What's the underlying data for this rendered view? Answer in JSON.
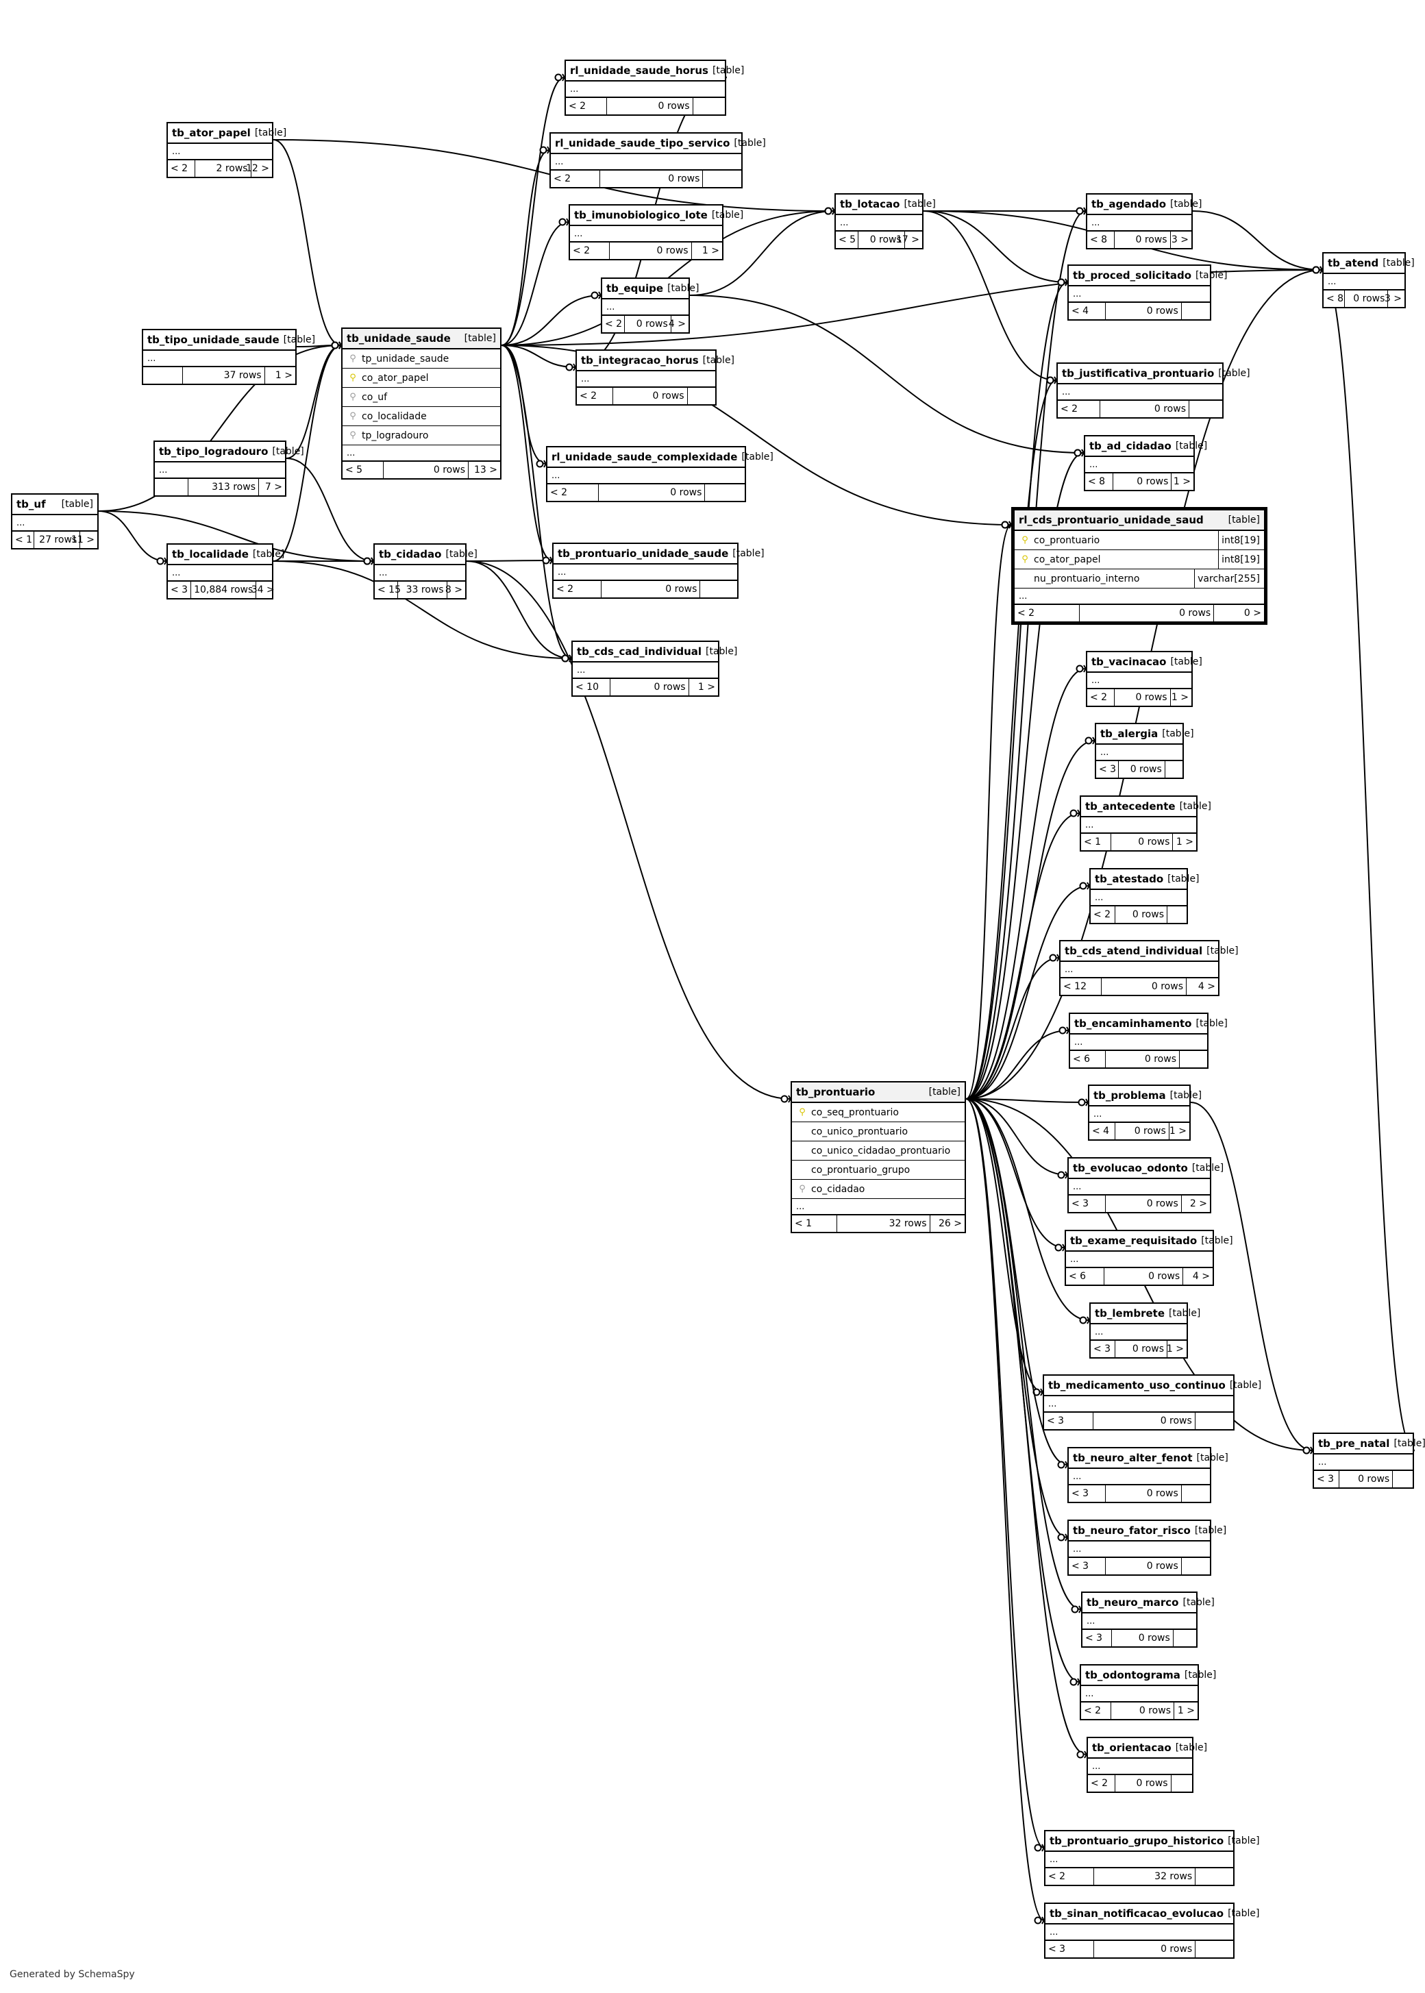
{
  "diagram": {
    "tag": "[table]",
    "ellipsis": "...",
    "footer": "Generated by SchemaSpy",
    "focus_table": "rl_cds_prontuario_unidade_saud",
    "tables": [
      {
        "name": "tb_uf",
        "rows": "27 rows",
        "parents": "< 1",
        "children": "11 >",
        "columns": []
      },
      {
        "name": "tb_ator_papel",
        "rows": "2 rows",
        "parents": "< 2",
        "children": "12 >",
        "columns": []
      },
      {
        "name": "tb_tipo_unidade_saude",
        "rows": "37 rows",
        "parents": "",
        "children": "1 >",
        "columns": []
      },
      {
        "name": "tb_tipo_logradouro",
        "rows": "313 rows",
        "parents": "",
        "children": "7 >",
        "columns": []
      },
      {
        "name": "tb_localidade",
        "rows": "10,884 rows",
        "parents": "< 3",
        "children": "34 >",
        "columns": []
      },
      {
        "name": "tb_unidade_saude",
        "rows": "0 rows",
        "parents": "< 5",
        "children": "13 >",
        "columns": [
          {
            "name": "tp_unidade_saude",
            "key": "fk"
          },
          {
            "name": "co_ator_papel",
            "key": "pk"
          },
          {
            "name": "co_uf",
            "key": "fk"
          },
          {
            "name": "co_localidade",
            "key": "fk"
          },
          {
            "name": "tp_logradouro",
            "key": "fk"
          }
        ]
      },
      {
        "name": "tb_cidadao",
        "rows": "33 rows",
        "parents": "< 15",
        "children": "8 >",
        "columns": []
      },
      {
        "name": "rl_unidade_saude_horus",
        "rows": "0 rows",
        "parents": "< 2",
        "children": "",
        "columns": []
      },
      {
        "name": "rl_unidade_saude_tipo_servico",
        "rows": "0 rows",
        "parents": "< 2",
        "children": "",
        "columns": []
      },
      {
        "name": "tb_imunobiologico_lote",
        "rows": "0 rows",
        "parents": "< 2",
        "children": "1 >",
        "columns": []
      },
      {
        "name": "tb_equipe",
        "rows": "0 rows",
        "parents": "< 2",
        "children": "4 >",
        "columns": []
      },
      {
        "name": "tb_integracao_horus",
        "rows": "0 rows",
        "parents": "< 2",
        "children": "",
        "columns": []
      },
      {
        "name": "rl_unidade_saude_complexidade",
        "rows": "0 rows",
        "parents": "< 2",
        "children": "",
        "columns": []
      },
      {
        "name": "tb_prontuario_unidade_saude",
        "rows": "0 rows",
        "parents": "< 2",
        "children": "",
        "columns": []
      },
      {
        "name": "tb_cds_cad_individual",
        "rows": "0 rows",
        "parents": "< 10",
        "children": "1 >",
        "columns": []
      },
      {
        "name": "tb_lotacao",
        "rows": "0 rows",
        "parents": "< 5",
        "children": "17 >",
        "columns": []
      },
      {
        "name": "tb_agendado",
        "rows": "0 rows",
        "parents": "< 8",
        "children": "3 >",
        "columns": []
      },
      {
        "name": "tb_proced_solicitado",
        "rows": "0 rows",
        "parents": "< 4",
        "children": "",
        "columns": []
      },
      {
        "name": "tb_atend",
        "rows": "0 rows",
        "parents": "< 8",
        "children": "3 >",
        "columns": []
      },
      {
        "name": "tb_justificativa_prontuario",
        "rows": "0 rows",
        "parents": "< 2",
        "children": "",
        "columns": []
      },
      {
        "name": "tb_ad_cidadao",
        "rows": "0 rows",
        "parents": "< 8",
        "children": "1 >",
        "columns": []
      },
      {
        "name": "rl_cds_prontuario_unidade_saud",
        "rows": "0 rows",
        "parents": "< 2",
        "children": "0 >",
        "columns": [
          {
            "name": "co_prontuario",
            "key": "pk",
            "type": "int8[19]"
          },
          {
            "name": "co_ator_papel",
            "key": "pk",
            "type": "int8[19]"
          },
          {
            "name": "nu_prontuario_interno",
            "key": "",
            "type": "varchar[255]"
          }
        ]
      },
      {
        "name": "tb_vacinacao",
        "rows": "0 rows",
        "parents": "< 2",
        "children": "1 >",
        "columns": []
      },
      {
        "name": "tb_alergia",
        "rows": "0 rows",
        "parents": "< 3",
        "children": "",
        "columns": []
      },
      {
        "name": "tb_antecedente",
        "rows": "0 rows",
        "parents": "< 1",
        "children": "1 >",
        "columns": []
      },
      {
        "name": "tb_atestado",
        "rows": "0 rows",
        "parents": "< 2",
        "children": "",
        "columns": []
      },
      {
        "name": "tb_cds_atend_individual",
        "rows": "0 rows",
        "parents": "< 12",
        "children": "4 >",
        "columns": []
      },
      {
        "name": "tb_encaminhamento",
        "rows": "0 rows",
        "parents": "< 6",
        "children": "",
        "columns": []
      },
      {
        "name": "tb_prontuario",
        "rows": "32 rows",
        "parents": "< 1",
        "children": "26 >",
        "columns": [
          {
            "name": "co_seq_prontuario",
            "key": "pk"
          },
          {
            "name": "co_unico_prontuario",
            "key": ""
          },
          {
            "name": "co_unico_cidadao_prontuario",
            "key": ""
          },
          {
            "name": "co_prontuario_grupo",
            "key": ""
          },
          {
            "name": "co_cidadao",
            "key": "fk"
          }
        ]
      },
      {
        "name": "tb_problema",
        "rows": "0 rows",
        "parents": "< 4",
        "children": "1 >",
        "columns": []
      },
      {
        "name": "tb_evolucao_odonto",
        "rows": "0 rows",
        "parents": "< 3",
        "children": "2 >",
        "columns": []
      },
      {
        "name": "tb_exame_requisitado",
        "rows": "0 rows",
        "parents": "< 6",
        "children": "4 >",
        "columns": []
      },
      {
        "name": "tb_lembrete",
        "rows": "0 rows",
        "parents": "< 3",
        "children": "1 >",
        "columns": []
      },
      {
        "name": "tb_medicamento_uso_continuo",
        "rows": "0 rows",
        "parents": "< 3",
        "children": "",
        "columns": []
      },
      {
        "name": "tb_neuro_alter_fenot",
        "rows": "0 rows",
        "parents": "< 3",
        "children": "",
        "columns": []
      },
      {
        "name": "tb_neuro_fator_risco",
        "rows": "0 rows",
        "parents": "< 3",
        "children": "",
        "columns": []
      },
      {
        "name": "tb_neuro_marco",
        "rows": "0 rows",
        "parents": "< 3",
        "children": "",
        "columns": []
      },
      {
        "name": "tb_odontograma",
        "rows": "0 rows",
        "parents": "< 2",
        "children": "1 >",
        "columns": []
      },
      {
        "name": "tb_orientacao",
        "rows": "0 rows",
        "parents": "< 2",
        "children": "",
        "columns": []
      },
      {
        "name": "tb_pre_natal",
        "rows": "0 rows",
        "parents": "< 3",
        "children": "",
        "columns": []
      },
      {
        "name": "tb_prontuario_grupo_historico",
        "rows": "32 rows",
        "parents": "< 2",
        "children": "",
        "columns": []
      },
      {
        "name": "tb_sinan_notificacao_evolucao",
        "rows": "0 rows",
        "parents": "< 3",
        "children": "",
        "columns": []
      }
    ],
    "relationships": [
      [
        "tb_ator_papel",
        "tb_unidade_saude"
      ],
      [
        "tb_ator_papel",
        "tb_lotacao"
      ],
      [
        "tb_tipo_unidade_saude",
        "tb_unidade_saude"
      ],
      [
        "tb_uf",
        "tb_unidade_saude"
      ],
      [
        "tb_uf",
        "tb_localidade"
      ],
      [
        "tb_uf",
        "tb_cidadao"
      ],
      [
        "tb_localidade",
        "tb_unidade_saude"
      ],
      [
        "tb_localidade",
        "tb_cidadao"
      ],
      [
        "tb_localidade",
        "tb_cds_cad_individual"
      ],
      [
        "tb_tipo_logradouro",
        "tb_unidade_saude"
      ],
      [
        "tb_tipo_logradouro",
        "tb_cidadao"
      ],
      [
        "tb_unidade_saude",
        "rl_unidade_saude_horus"
      ],
      [
        "tb_unidade_saude",
        "rl_unidade_saude_tipo_servico"
      ],
      [
        "tb_unidade_saude",
        "tb_imunobiologico_lote"
      ],
      [
        "tb_unidade_saude",
        "tb_equipe"
      ],
      [
        "tb_unidade_saude",
        "tb_integracao_horus"
      ],
      [
        "tb_unidade_saude",
        "rl_unidade_saude_complexidade"
      ],
      [
        "tb_unidade_saude",
        "tb_prontuario_unidade_saude"
      ],
      [
        "tb_unidade_saude",
        "tb_cds_cad_individual"
      ],
      [
        "tb_unidade_saude",
        "tb_lotacao"
      ],
      [
        "tb_unidade_saude",
        "rl_cds_prontuario_unidade_saud"
      ],
      [
        "tb_unidade_saude",
        "tb_atend"
      ],
      [
        "tb_integracao_horus",
        "rl_unidade_saude_horus"
      ],
      [
        "tb_cidadao",
        "tb_prontuario_unidade_saude"
      ],
      [
        "tb_cidadao",
        "tb_cds_cad_individual"
      ],
      [
        "tb_cidadao",
        "tb_prontuario"
      ],
      [
        "tb_equipe",
        "tb_lotacao"
      ],
      [
        "tb_equipe",
        "tb_ad_cidadao"
      ],
      [
        "tb_lotacao",
        "tb_agendado"
      ],
      [
        "tb_lotacao",
        "tb_proced_solicitado"
      ],
      [
        "tb_lotacao",
        "tb_justificativa_prontuario"
      ],
      [
        "tb_lotacao",
        "tb_atend"
      ],
      [
        "tb_agendado",
        "tb_atend"
      ],
      [
        "tb_atend",
        "tb_pre_natal"
      ],
      [
        "tb_prontuario",
        "rl_cds_prontuario_unidade_saud"
      ],
      [
        "tb_prontuario",
        "tb_agendado"
      ],
      [
        "tb_prontuario",
        "tb_proced_solicitado"
      ],
      [
        "tb_prontuario",
        "tb_justificativa_prontuario"
      ],
      [
        "tb_prontuario",
        "tb_ad_cidadao"
      ],
      [
        "tb_prontuario",
        "tb_atend"
      ],
      [
        "tb_prontuario",
        "tb_vacinacao"
      ],
      [
        "tb_prontuario",
        "tb_alergia"
      ],
      [
        "tb_prontuario",
        "tb_antecedente"
      ],
      [
        "tb_prontuario",
        "tb_atestado"
      ],
      [
        "tb_prontuario",
        "tb_cds_atend_individual"
      ],
      [
        "tb_prontuario",
        "tb_encaminhamento"
      ],
      [
        "tb_prontuario",
        "tb_problema"
      ],
      [
        "tb_prontuario",
        "tb_evolucao_odonto"
      ],
      [
        "tb_prontuario",
        "tb_exame_requisitado"
      ],
      [
        "tb_prontuario",
        "tb_lembrete"
      ],
      [
        "tb_prontuario",
        "tb_medicamento_uso_continuo"
      ],
      [
        "tb_prontuario",
        "tb_neuro_alter_fenot"
      ],
      [
        "tb_prontuario",
        "tb_neuro_fator_risco"
      ],
      [
        "tb_prontuario",
        "tb_neuro_marco"
      ],
      [
        "tb_prontuario",
        "tb_odontograma"
      ],
      [
        "tb_prontuario",
        "tb_orientacao"
      ],
      [
        "tb_prontuario",
        "tb_prontuario_grupo_historico"
      ],
      [
        "tb_prontuario",
        "tb_sinan_notificacao_evolucao"
      ],
      [
        "tb_prontuario",
        "tb_pre_natal"
      ],
      [
        "tb_problema",
        "tb_pre_natal"
      ]
    ]
  }
}
